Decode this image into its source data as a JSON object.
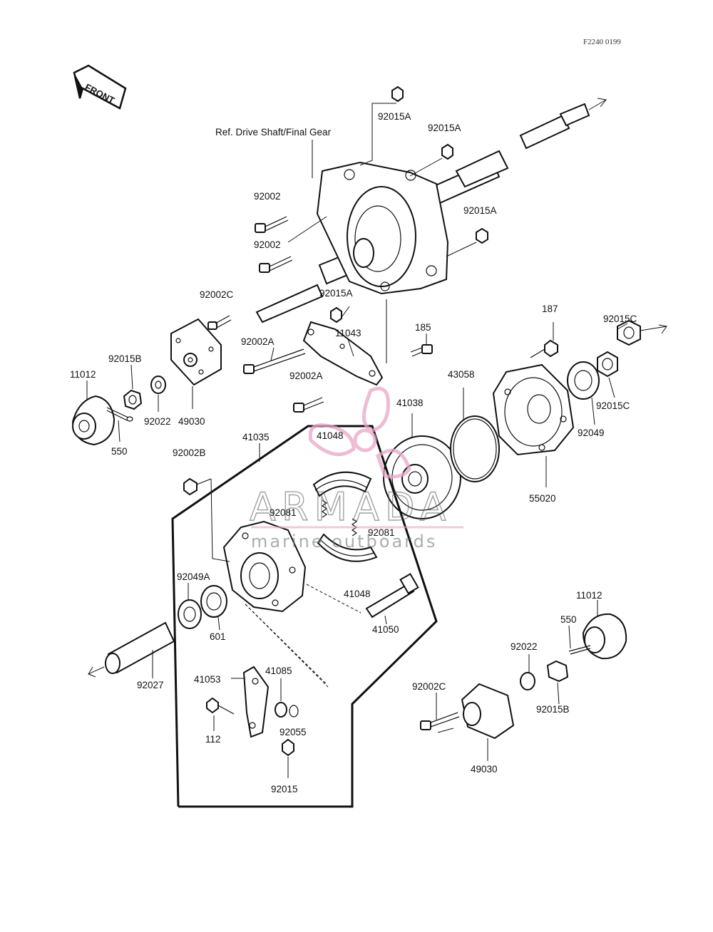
{
  "header": {
    "code": "F2240 0199"
  },
  "front_badge": {
    "label": "FRONT"
  },
  "reference": {
    "text": "Ref. Drive Shaft/Final Gear"
  },
  "watermark": {
    "brand": "ARMADA",
    "tagline": "marine outboards",
    "brand_color": "#e8a6c8"
  },
  "labels": [
    "92015A",
    "92015A",
    "92002",
    "92002",
    "92015A",
    "92002C",
    "92015A",
    "11043",
    "92002A",
    "92015B",
    "11012",
    "92022",
    "49030",
    "550",
    "92002A",
    "185",
    "187",
    "92015C",
    "92015C",
    "92049",
    "43058",
    "41038",
    "55020",
    "41035",
    "41048",
    "92002B",
    "92081",
    "92081",
    "41048",
    "92049A",
    "601",
    "41050",
    "11012",
    "550",
    "92027",
    "41053",
    "41085",
    "112",
    "92055",
    "92015",
    "92022",
    "92002C",
    "92015B",
    "49030"
  ]
}
